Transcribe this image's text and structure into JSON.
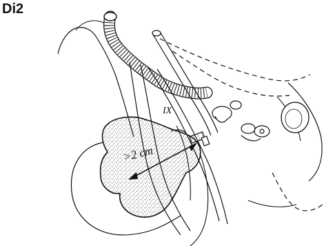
{
  "figure": {
    "panel_label": "Di2",
    "measurement_label": ">2 cm",
    "nerve_label": "IX"
  },
  "colors": {
    "ink": "#111111",
    "background": "#ffffff"
  }
}
